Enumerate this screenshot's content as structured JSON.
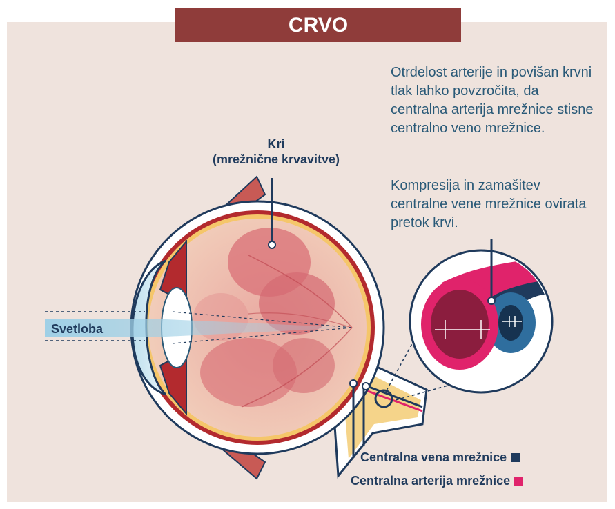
{
  "title": "CRVO",
  "description": {
    "paragraph1": "Otrdelost arterije in povišan krvni tlak lahko povzročita, da centralna arterija mrežnice stisne centralno veno mrežnice.",
    "paragraph2": "Kompresija in zamašitev centralne vene mrežnice ovirata pretok krvi."
  },
  "labels": {
    "blood_line1": "Kri",
    "blood_line2": "(mrežnične krvavitve)",
    "light": "Svetloba",
    "vein": "Centralna vena mrežnice",
    "artery": "Centralna arterija mrežnice"
  },
  "colors": {
    "title_bg": "#8f3c3a",
    "panel_bg": "#efe3dd",
    "text": "#2a5a78",
    "label": "#1f3a5c",
    "vein": "#1f3a5c",
    "artery": "#e0236b"
  }
}
